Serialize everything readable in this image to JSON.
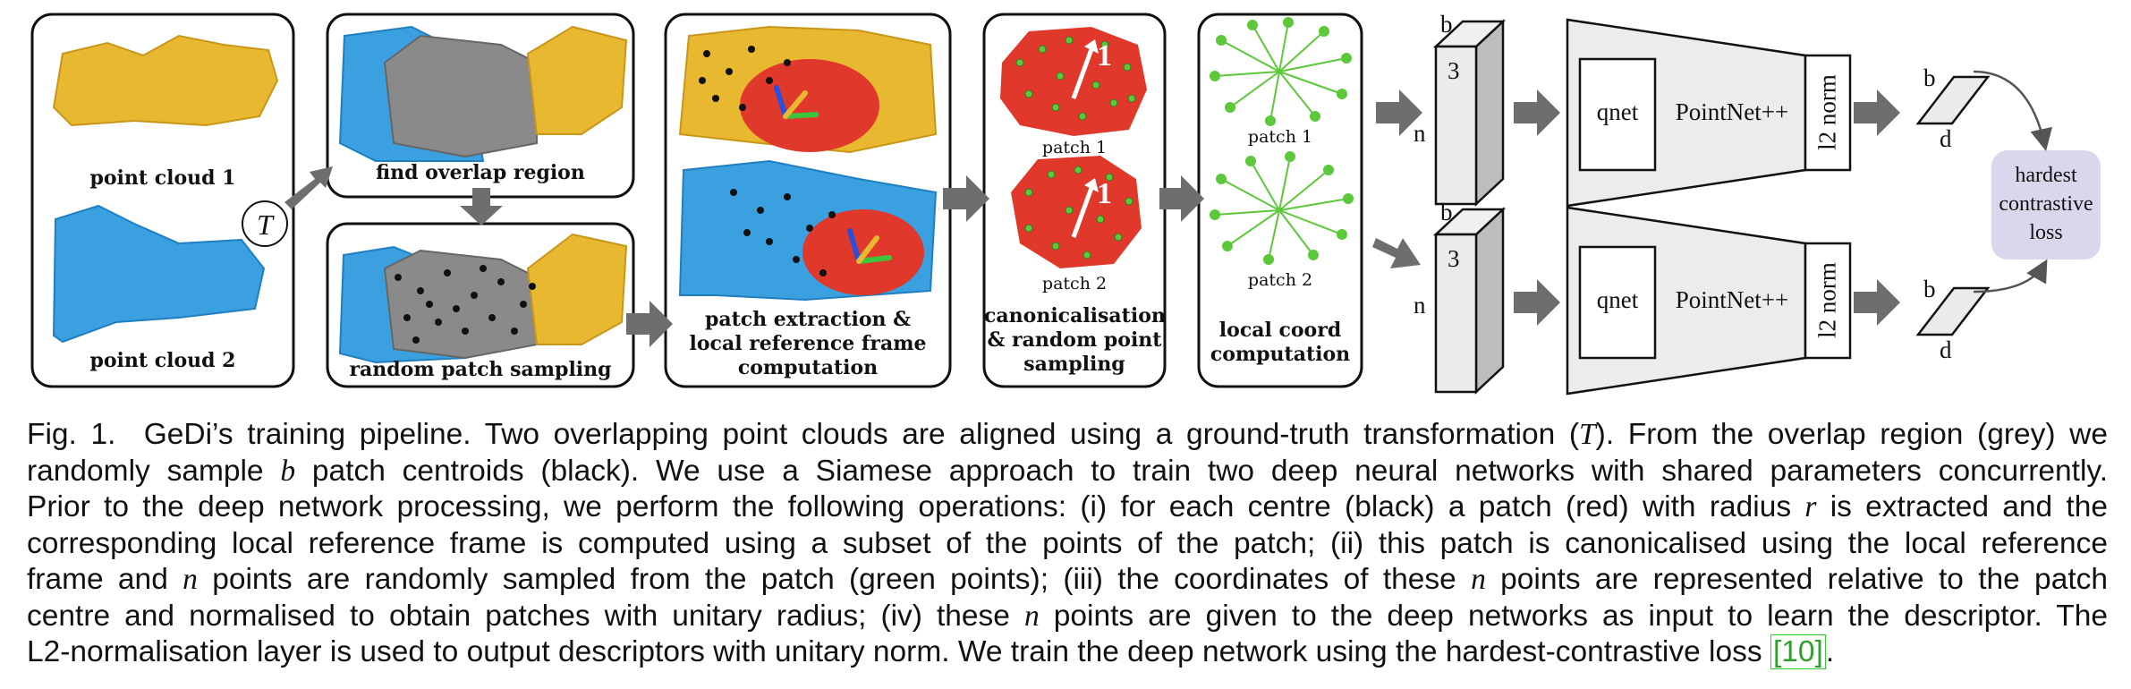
{
  "figure": {
    "panels": {
      "p1_top": "point cloud 1",
      "p1_bottom": "point cloud 2",
      "transform_symbol": "T",
      "p2": "find overlap region",
      "p3": "random patch sampling",
      "p4_l1": "patch extraction &",
      "p4_l2": "local reference frame",
      "p4_l3": "computation",
      "p5_patch1": "patch 1",
      "p5_patch2": "patch 2",
      "p5_l1": "canonicalisation",
      "p5_l2": "& random point",
      "p5_l3": "sampling",
      "p6_patch1": "patch 1",
      "p6_patch2": "patch 2",
      "p6_l1": "local coord",
      "p6_l2": "computation"
    },
    "radius_label": "1",
    "network": {
      "dim_b": "b",
      "dim_n": "n",
      "dim_3": "3",
      "dim_d": "d",
      "qnet": "qnet",
      "backbone": "PointNet++",
      "norm": "l2 norm",
      "loss_l1": "hardest",
      "loss_l2": "contrastive",
      "loss_l3": "loss"
    },
    "colors": {
      "yellow": "#e8b830",
      "blue": "#3aa0e0",
      "grey": "#8a8a8a",
      "red": "#e0392b",
      "green": "#5cc83a",
      "arrow": "#6e6e6e",
      "loss_box": "#dcd6ec"
    }
  },
  "caption": {
    "fig_no": "Fig. 1.",
    "line1_a": "GeDi’s training pipeline. Two overlapping point clouds are aligned using a ground-truth transformation (",
    "line1_T": "T",
    "line1_b": "). From the overlap region (grey) we",
    "line2_a": "randomly sample",
    "line2_b_var": "b",
    "line2_c": "patch centroids (black). We use a Siamese approach to train two deep neural networks with shared parameters concurrently.",
    "line3_a": "Prior to the deep network processing, we perform the following operations: (i) for each centre (black) a patch (red) with radius",
    "line3_r": "r",
    "line3_b": "is extracted and the",
    "line4": "corresponding local reference frame is computed using a subset of the points of the patch; (ii) this patch is canonicalised using the local reference",
    "line5_a": "frame and",
    "line5_n": "n",
    "line5_b": "points are randomly sampled from the patch (green points); (iii) the coordinates of these",
    "line5_n2": "n",
    "line5_c": "points are represented relative to the patch",
    "line6_a": "centre and normalised to obtain patches with unitary radius; (iv) these",
    "line6_n": "n",
    "line6_b": "points are given to the deep networks as input to learn the descriptor. The",
    "line7_a": "L2-normalisation layer is used to output descriptors with unitary norm. We train the deep network using the hardest-contrastive loss",
    "line7_cite": "[10]",
    "line7_b": "."
  }
}
